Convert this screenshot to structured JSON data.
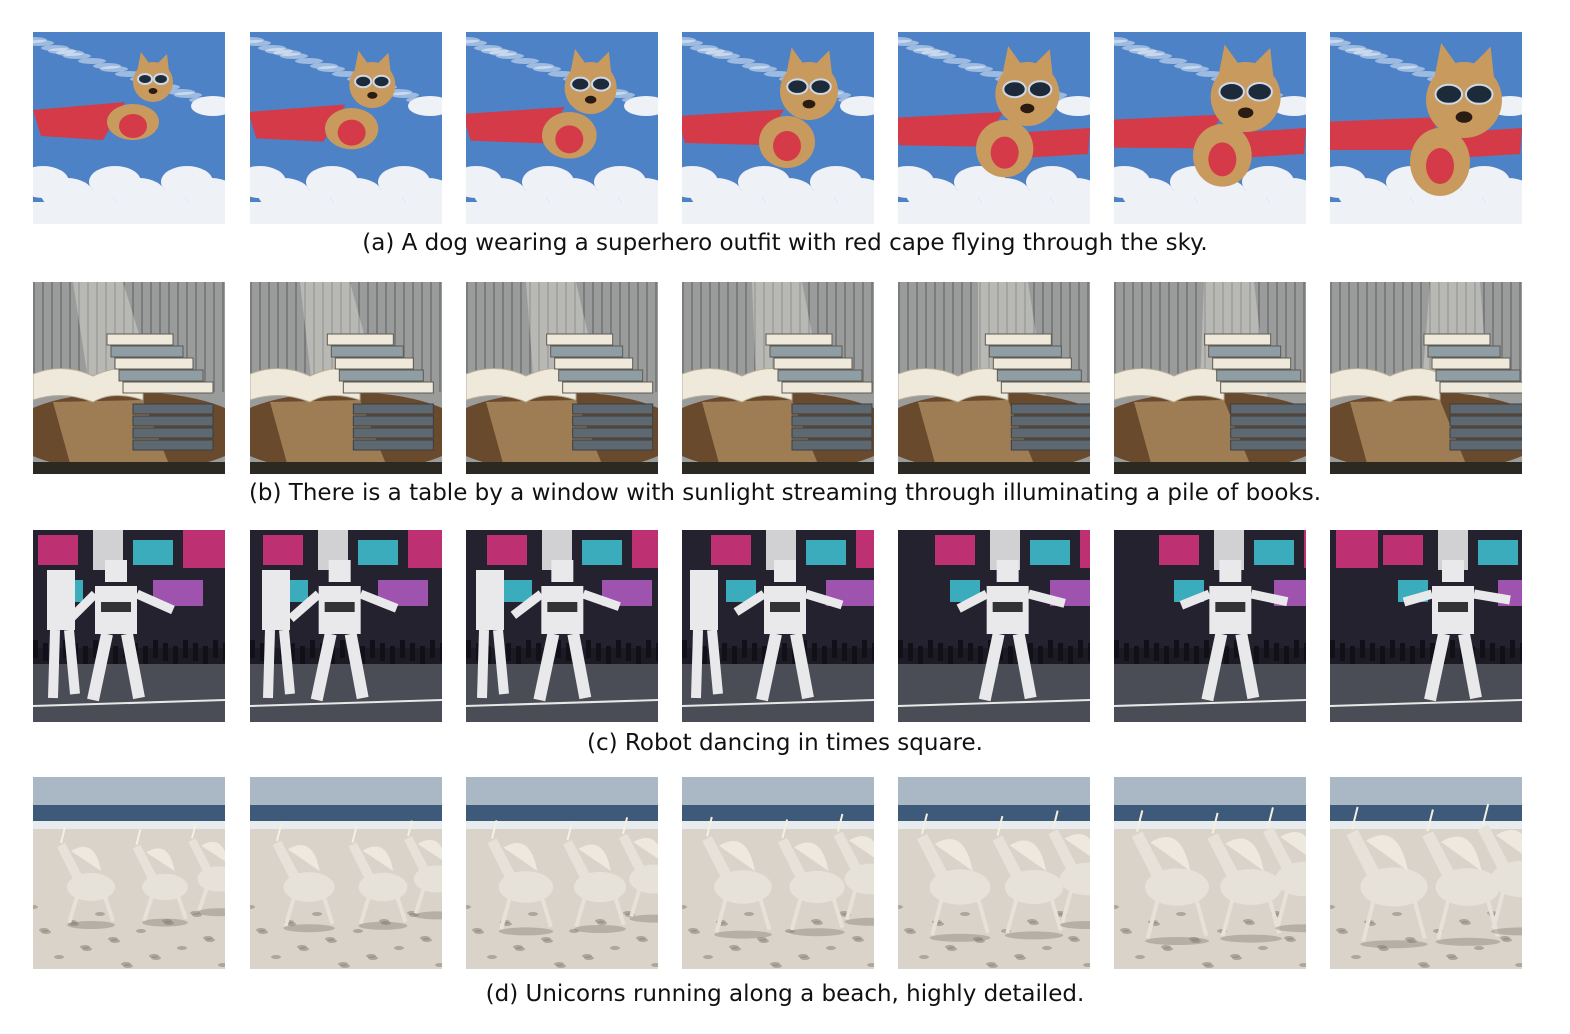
{
  "rows": [
    {
      "id": "a",
      "caption": "(a) A dog wearing a superhero outfit with red cape flying through the sky.",
      "scene": "dog-superhero-flying",
      "colors": {
        "sky": "#4e82c6",
        "cloud": "#eef1f6",
        "cape": "#d43a48",
        "dog": "#c99a5e",
        "goggles": "#1d2a3a"
      }
    },
    {
      "id": "b",
      "caption": "(b) There is a table by a window with sunlight streaming through illuminating a pile of books.",
      "scene": "books-table-sunlight",
      "colors": {
        "wall": "#9a9c9c",
        "light": "#f2eee2",
        "table": "#6a4a2c",
        "book": "#efe9dc",
        "shadow": "#2c2822"
      }
    },
    {
      "id": "c",
      "caption": "(c) Robot dancing in times square.",
      "scene": "robot-times-square",
      "colors": {
        "night": "#23222e",
        "neon_pink": "#d8337d",
        "neon_cyan": "#3fc4d4",
        "robot": "#e9e9ec",
        "street": "#4a4c56"
      }
    },
    {
      "id": "d",
      "caption": "(d) Unicorns running along a beach, highly detailed.",
      "scene": "unicorns-beach",
      "colors": {
        "sky": "#aab7c4",
        "sea": "#3d5a7a",
        "foam": "#e8ecef",
        "sand": "#d9d3c9",
        "unicorn": "#e6e2da"
      }
    }
  ]
}
